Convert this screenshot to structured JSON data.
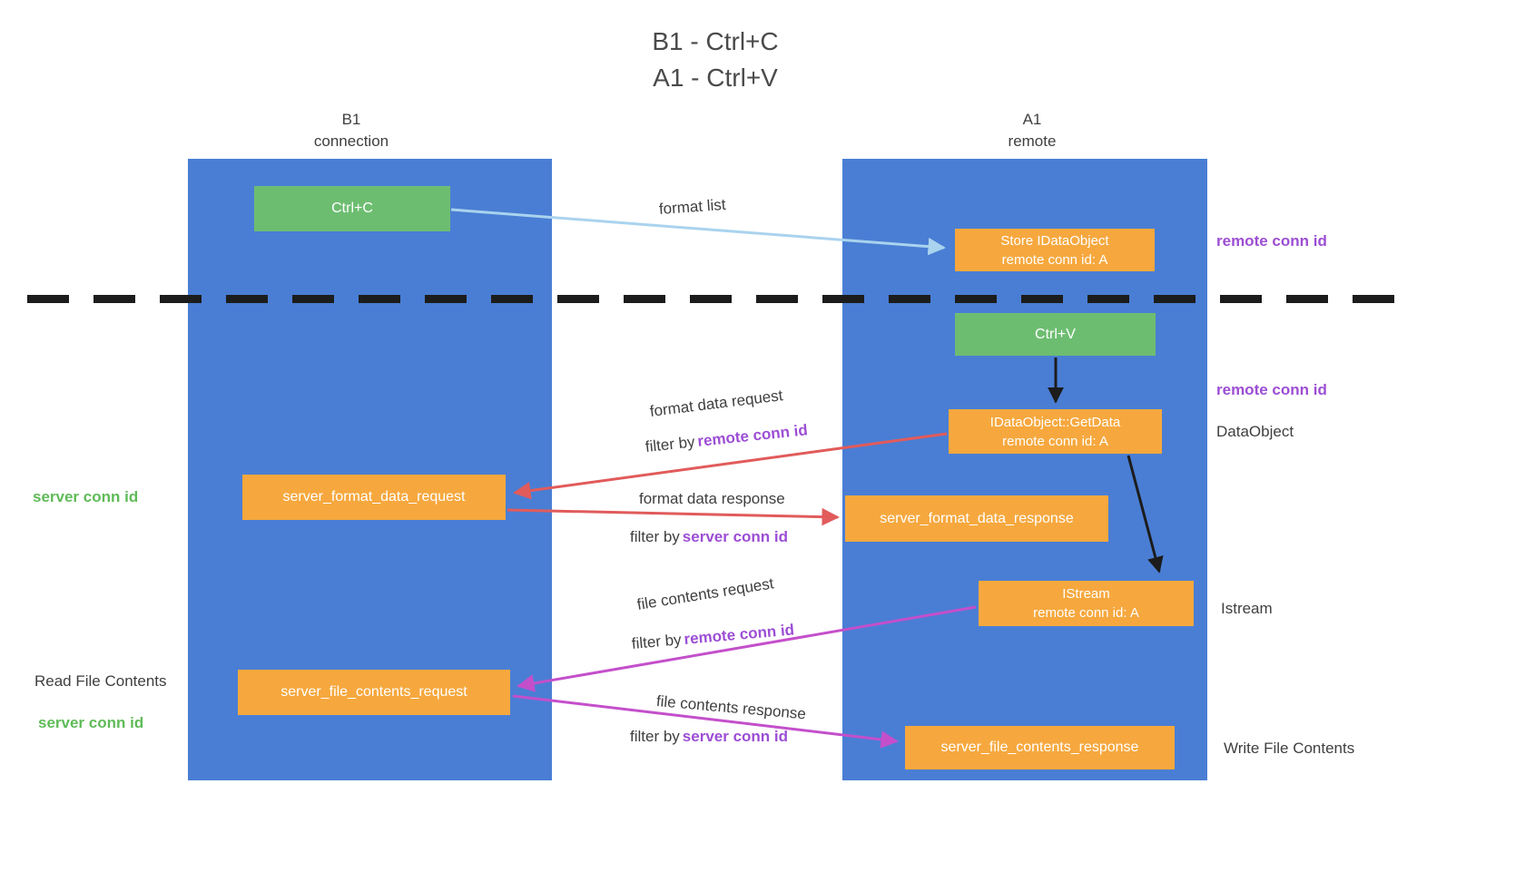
{
  "title": {
    "line1": "B1 - Ctrl+C",
    "line2": "A1 - Ctrl+V"
  },
  "lanes": {
    "b1": {
      "name": "B1",
      "subtitle": "connection"
    },
    "a1": {
      "name": "A1",
      "subtitle": "remote"
    }
  },
  "nodes": {
    "ctrl_c": {
      "label": "Ctrl+C"
    },
    "store_idataobject": {
      "line1": "Store IDataObject",
      "line2": "remote conn id: A"
    },
    "ctrl_v": {
      "label": "Ctrl+V"
    },
    "idataobject_getdata": {
      "line1": "IDataObject::GetData",
      "line2": "remote conn id: A"
    },
    "server_format_data_request": {
      "label": "server_format_data_request"
    },
    "server_format_data_response": {
      "label": "server_format_data_response"
    },
    "istream": {
      "line1": "IStream",
      "line2": "remote conn id: A"
    },
    "server_file_contents_request": {
      "label": "server_file_contents_request"
    },
    "server_file_contents_response": {
      "label": "server_file_contents_response"
    }
  },
  "edge_labels": {
    "format_list": "format list",
    "format_data_request": "format data request",
    "format_data_response": "format data response",
    "file_contents_request": "file contents request",
    "file_contents_response": "file contents response",
    "filter_by": "filter by",
    "remote_conn_id": "remote conn id",
    "server_conn_id": "server conn id"
  },
  "side_labels": {
    "remote_conn_id_store": "remote conn id",
    "remote_conn_id_getdata": "remote conn id",
    "dataobject": "DataObject",
    "istream": "Istream",
    "write_file_contents": "Write File Contents",
    "server_conn_id_format": "server conn id",
    "read_file_contents": "Read File Contents",
    "server_conn_id_file": "server conn id"
  },
  "colors": {
    "lane_blue": "#4a7ed4",
    "node_orange": "#f6a83e",
    "node_green": "#6dbd71",
    "arrow_blue": "#a9d3ee",
    "arrow_red": "#e15b5b",
    "arrow_magenta": "#c44fcb",
    "arrow_black": "#1c1c1c",
    "text_purple": "#9c4ed4",
    "text_green": "#5fbb58",
    "text_dark": "#3f3f3f"
  }
}
